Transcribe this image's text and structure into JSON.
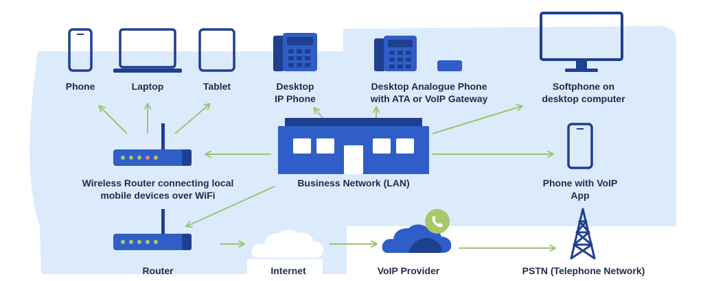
{
  "colors": {
    "primary_blue": "#2f5ec8",
    "dark_blue": "#1f3f8f",
    "panel_bg": "#dcebfb",
    "arrow_green": "#9ec370",
    "badge_green": "#a6c86b",
    "text": "#1f2a4d"
  },
  "nodes": {
    "phone": {
      "label": "Phone",
      "icon": "phone-icon"
    },
    "laptop": {
      "label": "Laptop",
      "icon": "laptop-icon"
    },
    "tablet": {
      "label": "Tablet",
      "icon": "tablet-icon"
    },
    "desktop_ip_phone": {
      "line1": "Desktop",
      "line2": "IP Phone",
      "icon": "desk-phone-icon"
    },
    "analogue_phone": {
      "line1": "Desktop Analogue Phone",
      "line2": "with ATA or VoIP Gateway",
      "icon": "ata-gateway-icon"
    },
    "softphone": {
      "line1": "Softphone on",
      "line2": "desktop computer",
      "icon": "monitor-icon"
    },
    "wireless_router": {
      "line1": "Wireless Router connecting local",
      "line2": "mobile devices over WiFi",
      "icon": "wireless-router-icon"
    },
    "business_network": {
      "label": "Business Network (LAN)",
      "icon": "office-building-icon"
    },
    "voip_app_phone": {
      "line1": "Phone with VoIP",
      "line2": "App",
      "icon": "smartphone-icon"
    },
    "router": {
      "label": "Router",
      "icon": "router-icon"
    },
    "internet": {
      "label": "Internet",
      "icon": "cloud-icon"
    },
    "voip_provider": {
      "label": "VoIP Provider",
      "icon": "cloud-phone-icon"
    },
    "pstn": {
      "label": "PSTN (Telephone Network)",
      "icon": "transmission-tower-icon"
    }
  }
}
